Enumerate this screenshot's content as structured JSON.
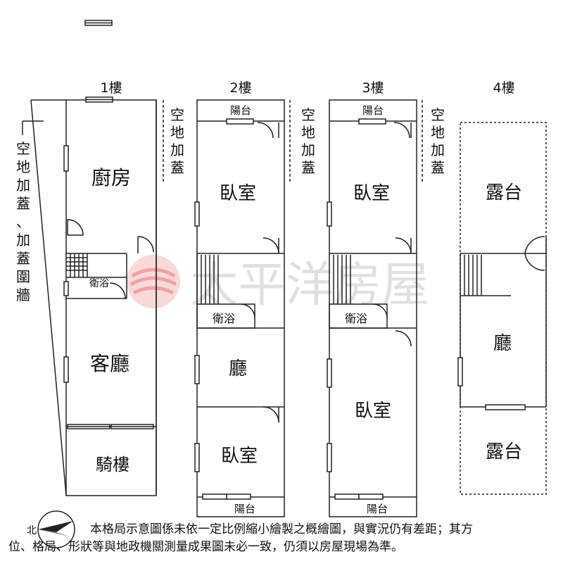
{
  "floors": [
    {
      "label": "1樓",
      "rooms": [
        "廚房",
        "衛浴",
        "客廳",
        "騎樓"
      ],
      "side_note": "空地加蓋",
      "left_note": "空地加蓋、加蓋圍牆"
    },
    {
      "label": "2樓",
      "rooms": [
        "陽台",
        "臥室",
        "衛浴",
        "廳",
        "臥室",
        "陽台"
      ],
      "side_note": "空地加蓋"
    },
    {
      "label": "3樓",
      "rooms": [
        "陽台",
        "臥室",
        "衛浴",
        "臥室",
        "陽台"
      ],
      "side_note": "空地加蓋"
    },
    {
      "label": "4樓",
      "rooms": [
        "露台",
        "廳",
        "露台"
      ]
    }
  ],
  "watermark": "太平洋房屋",
  "compass_label": "北",
  "disclaimer": {
    "line1": "本格局示意圖係未依一定比例縮小繪製之概繪圖，與實況仍有差距；其方",
    "line2": "位、格局、形狀等與地政機關測量成果圖未必一致，仍須以房屋現場為準。"
  },
  "colors": {
    "wall": "#222222",
    "watermark_red": "#e36b6b",
    "watermark_text": "#d9d9d9"
  }
}
